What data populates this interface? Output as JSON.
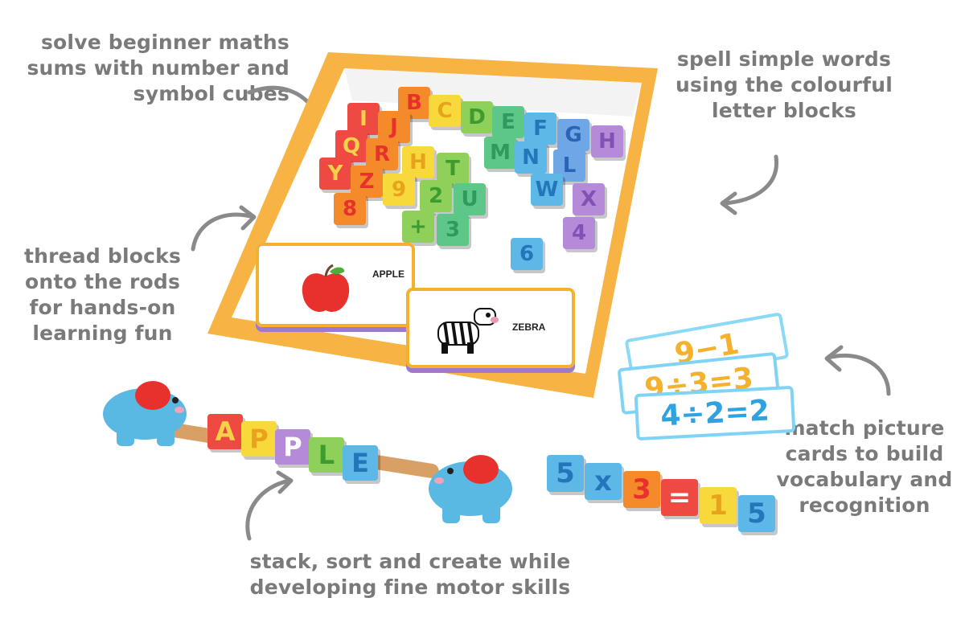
{
  "captions": {
    "maths": [
      "solve beginner maths",
      "sums with number and",
      "symbol cubes"
    ],
    "spell": [
      "spell simple words",
      "using the colourful",
      "letter blocks"
    ],
    "thread": [
      "thread blocks",
      "onto the rods",
      "for hands-on",
      "learning fun"
    ],
    "match": [
      "match picture",
      "cards to build",
      "vocabulary and",
      "recognition"
    ],
    "stack": [
      "stack, sort and create while",
      "developing fine motor skills"
    ]
  },
  "box_cubes": [
    {
      "ch": "B",
      "color": "#f58a2a",
      "text": "#e8312c"
    },
    {
      "ch": "C",
      "color": "#f7d93b",
      "text": "#e9a21b"
    },
    {
      "ch": "D",
      "color": "#8fd05b",
      "text": "#3d9b2f"
    },
    {
      "ch": "E",
      "color": "#5cc786",
      "text": "#2f9a5a"
    },
    {
      "ch": "F",
      "color": "#5db8e8",
      "text": "#2276b9"
    },
    {
      "ch": "G",
      "color": "#6fa7e6",
      "text": "#2b63b5"
    },
    {
      "ch": "H",
      "color": "#b58ad9",
      "text": "#8151b3"
    },
    {
      "ch": "I",
      "color": "#ef4a42",
      "text": "#f6d24a"
    },
    {
      "ch": "J",
      "color": "#f58a2a",
      "text": "#e8312c"
    },
    {
      "ch": "M",
      "color": "#5cc786",
      "text": "#2f9a5a"
    },
    {
      "ch": "N",
      "color": "#5db8e8",
      "text": "#2276b9"
    },
    {
      "ch": "Q",
      "color": "#ef4a42",
      "text": "#f6d24a"
    },
    {
      "ch": "R",
      "color": "#f58a2a",
      "text": "#e8312c"
    },
    {
      "ch": "H",
      "color": "#f7d93b",
      "text": "#e9a21b"
    },
    {
      "ch": "T",
      "color": "#8fd05b",
      "text": "#3d9b2f"
    },
    {
      "ch": "L",
      "color": "#6fa7e6",
      "text": "#2b63b5"
    },
    {
      "ch": "Y",
      "color": "#ef4a42",
      "text": "#f6d24a"
    },
    {
      "ch": "Z",
      "color": "#f58a2a",
      "text": "#e8312c"
    },
    {
      "ch": "9",
      "color": "#f7d93b",
      "text": "#e9a21b"
    },
    {
      "ch": "2",
      "color": "#8fd05b",
      "text": "#3d9b2f"
    },
    {
      "ch": "U",
      "color": "#5cc786",
      "text": "#2f9a5a"
    },
    {
      "ch": "W",
      "color": "#5db8e8",
      "text": "#2276b9"
    },
    {
      "ch": "X",
      "color": "#b58ad9",
      "text": "#8151b3"
    },
    {
      "ch": "8",
      "color": "#f58a2a",
      "text": "#e8312c"
    },
    {
      "ch": "+",
      "color": "#8fd05b",
      "text": "#3d9b2f"
    },
    {
      "ch": "3",
      "color": "#5cc786",
      "text": "#2f9a5a"
    },
    {
      "ch": "4",
      "color": "#b58ad9",
      "text": "#8151b3"
    },
    {
      "ch": "6",
      "color": "#5db8e8",
      "text": "#2276b9"
    }
  ],
  "cards": {
    "apple": "APPLE",
    "zebra": "ZEBRA"
  },
  "rod_cubes": [
    {
      "ch": "A",
      "color": "#ef4a42",
      "text": "#f6d24a"
    },
    {
      "ch": "P",
      "color": "#f7d93b",
      "text": "#e9a21b"
    },
    {
      "ch": "P",
      "color": "#b58ad9",
      "text": "#ffffff"
    },
    {
      "ch": "L",
      "color": "#8fd05b",
      "text": "#3d9b2f"
    },
    {
      "ch": "E",
      "color": "#5db8e8",
      "text": "#2276b9"
    }
  ],
  "equation_cubes": [
    {
      "ch": "5",
      "color": "#5db8e8",
      "text": "#2276b9"
    },
    {
      "ch": "x",
      "color": "#5db8e8",
      "text": "#2276b9"
    },
    {
      "ch": "3",
      "color": "#f58a2a",
      "text": "#e8312c"
    },
    {
      "ch": "=",
      "color": "#ef4a42",
      "text": "#ffffff"
    },
    {
      "ch": "1",
      "color": "#f7d93b",
      "text": "#e9a21b"
    },
    {
      "ch": "5",
      "color": "#5db8e8",
      "text": "#2276b9"
    }
  ],
  "math_cards": [
    "9−1",
    "9÷3=3",
    "4÷2=2"
  ],
  "colors": {
    "caption": "#7a7a7a",
    "box_orange": "#f7b344",
    "card_border": "#f4b12e",
    "elephant": "#5ab9e3"
  }
}
